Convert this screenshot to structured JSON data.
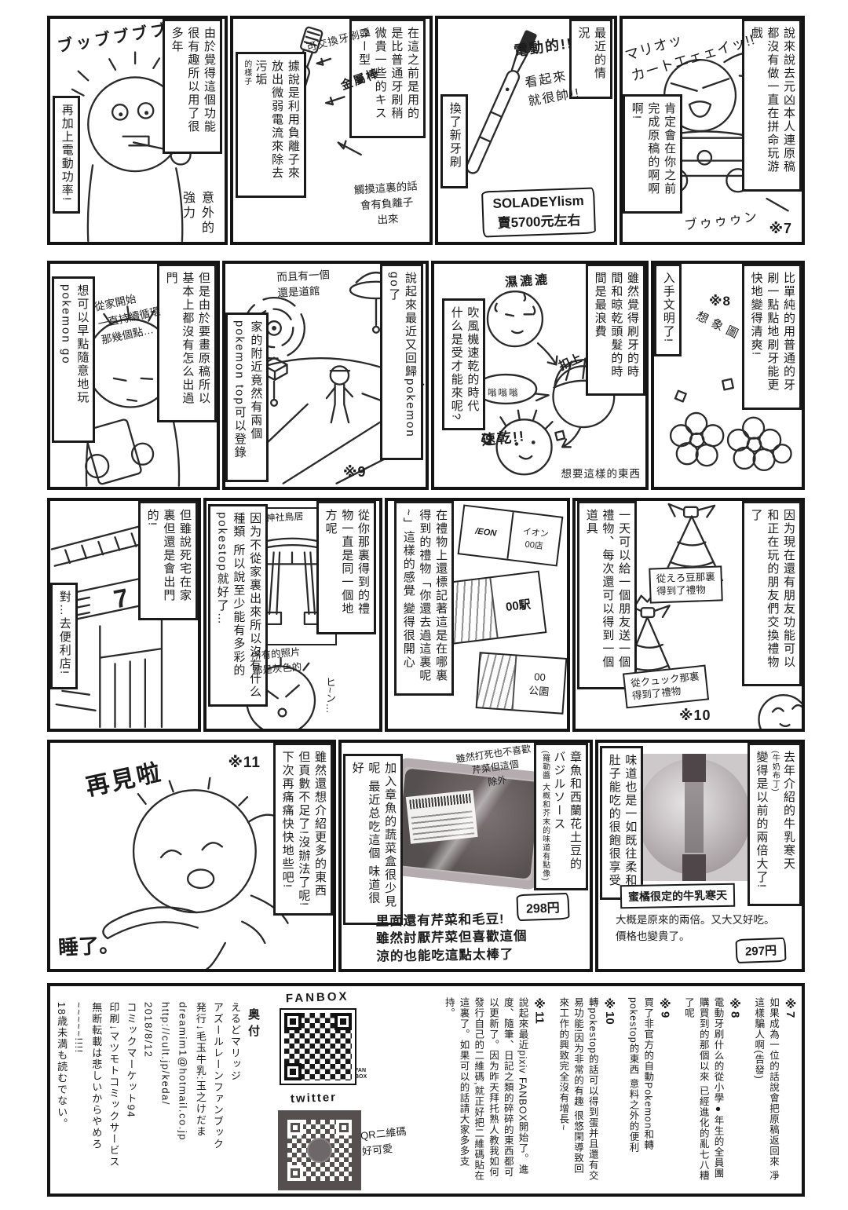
{
  "r1": {
    "buzz": {
      "sfx": "ブッブブブブ",
      "box_right": "由於覺得這個功能很有趣所以用了很多年",
      "box_left": "再加上電動功率!",
      "note_strong": "意外的\n強力"
    },
    "diagram": {
      "box_right": "在這之前是用的是比普通牙刷稍微貴一些的キスユー型",
      "label_head": "可交換牙刷頭",
      "label_rod": "金屬棒",
      "box_left": "據說是利用負離子來放出微弱電流來除去污垢",
      "box_left_small": "的樣子",
      "note_touch": "觸摸這裏的話\n會有負離子\n出來"
    },
    "newbrush": {
      "box_recent": "最近的情況",
      "sfx_electric": "電動的!!",
      "note_cool": "看起來\n就很帥!!",
      "box_changed": "換了新牙刷",
      "price_line1": "SOLADEYlism",
      "price_line2": "賣5700元左右"
    },
    "kart": {
      "box_right": "說來說去元凶本人連原稿都沒有做一直在拼命玩游戲",
      "sfx_kart": "マリオッ\nカートエェェイッ!!",
      "box_speech": "肯定會在你之前完成原稿的啊啊啊!",
      "sfx_vroom": "ブゥゥゥン",
      "ref": "※7"
    }
  },
  "r2": {
    "gamer": {
      "box_right": "但是由於要畫原稿所以基本上都沒有怎么出過門",
      "box_left": "想可以早點隨意地玩pokemon go",
      "hand_loop": "從家開始\n一直持續循環\n那幾個點…"
    },
    "map": {
      "box_right": "說起來最近又回歸pokemon go了",
      "hand_gym": "而且有一個\n還是道館",
      "box_left": "家的附近竟然有兩個pokemon top可以登錄",
      "ref": "※9"
    },
    "dry": {
      "box_right": "雖然覺得刷牙的時間和晾乾頭髮的時間是最浪費",
      "box_left": "吹風機速乾的時代什么是受才能來呢?",
      "hand_wet": "濕漉漉",
      "hand_clip": "扣上",
      "bubble": "嗡嗡嗡",
      "hand_dry": "速乾!!",
      "note_want": "想要這樣的東西"
    },
    "flowers": {
      "box_right": "比單純的用普通的牙刷一點點地刷牙能更快地變得清爽!",
      "box_left": "入手文明了!",
      "ref": "※8",
      "hand_imagine": "想象圖"
    }
  },
  "r3": {
    "store": {
      "box_right": "但雖說死宅在家裏但還是會出門的!",
      "box_left": "對…去便利店!",
      "logo": "7"
    },
    "shrine": {
      "box_right": "從你那裏得到的禮物一直是同一個地方呢",
      "hand_torii": "00神社鳥居",
      "box_left": "因为不從家裏出來所以沒有什么種類 所以說至少能有多彩的pokestop就好了…",
      "hand_gray": "所有的照片\n都是灰色的",
      "hand_cry": "ヒ~ン…"
    },
    "cards": {
      "box_left": "在禮物上還標記著這是在哪裏得到的禮物「你還去過這裏呢~」這樣的感覺 變得很開心",
      "card_aeon_logo": "/EON",
      "card_aeon_name": "イオン\n00店",
      "card_station": "00駅",
      "card_park": "00\n公園"
    },
    "gifts": {
      "box_right": "因为現在還有朋友功能可以和正在玩的朋友們交換禮物了",
      "box_left": "一天可以給一個朋友送一個禮物、每次還可以得到一個道具",
      "label_gift1": "從えろ豆那裏\n得到了禮物",
      "label_gift2": "從クュック那裏\n得到了禮物",
      "ref": "※10"
    }
  },
  "r4": {
    "bye": {
      "ref": "※11",
      "box_right": "雖然還想介紹更多的東西但頁數不足了!沒辦法了呢!下次再痛痛快快地些吧!",
      "hand_bye": "再見啦",
      "hand_sleep": "睡了。"
    },
    "veggie": {
      "box_right_main": "章魚和西蘭花土豆的バジルソース",
      "box_right_small": "(羅勒醬 大概和芥末的味道有點像)",
      "hand_top": "雖然打死也不喜歡\n芹菜但這個\n除外",
      "box_left": "加入章魚的蔬菜盒很少見呢 最近总吃這個 味道很好",
      "price": "298円",
      "hand_bottom": "里面還有芹菜和毛豆!\n雖然討厭芹菜但喜歡這個\n涼的也能吃這點太棒了"
    },
    "agar": {
      "box_right_main": "去年介紹的牛乳寒天",
      "box_right_small": "(牛奶布丁)",
      "box_right_rest": "變得是以前的兩倍大了!",
      "box_left": "味道也是一如既往柔和 肚子能吃的很飽很享受",
      "caption": "蜜橘很定的牛乳寒天",
      "hand_note": "大概是原來的兩倍。又大又好吃。\n價格也變貴了。",
      "price": "297円"
    }
  },
  "r5": {
    "notes": [
      {
        "ref": "※7",
        "text": "如果成為一位的話說會把原稿返回來 凈這樣騙人啊(告發)"
      },
      {
        "ref": "※8",
        "text": "電動牙刷什么的從小學●年生的全員團購買到的那個以來 已經進化的亂七八糟了呢"
      },
      {
        "ref": "※9",
        "text": "買了非官方的自動Pokemon和轉pokestop的東西 意料之外的便利"
      },
      {
        "ref": "※10",
        "text": "轉pokestop的話可以得到蛋并且還有交易功能!因为非常的有趣 很悠閑導致回來工作的興致完全沒有增長~"
      },
      {
        "ref": "※11",
        "text": "說起來最近pixiv FANBOX開始了。進度、隨筆、日記之類的碎碎的東西都可以更新了。因为昨天拜托熟人教我如何發行自己的二維碼,就正好把二維碼貼在這裏了。如果可以的話請大家多多支持。"
      }
    ],
    "qr": {
      "fanbox_label": "FANBOX",
      "fanbox_logo": "FAN\nBOX",
      "twitter_label": "twitter",
      "hand_cute": "QR二維碼\n好可愛"
    },
    "okuzuke": {
      "title": "奥付",
      "lines": [
        "えるどマリッジ",
        "アズールレーンファンブック",
        "発行↓毛玉牛乳:玉之けだま",
        "dreamim1@hotmail.co.jp",
        "http://cult.jp/keda/",
        "2018/8/12",
        "コミックマーケット94",
        "印刷↓マツモトコミックサービス",
        "無断転載は悲しいからやめろ~~~~~!!!!",
        "18歳未満も読むでない。"
      ]
    }
  }
}
